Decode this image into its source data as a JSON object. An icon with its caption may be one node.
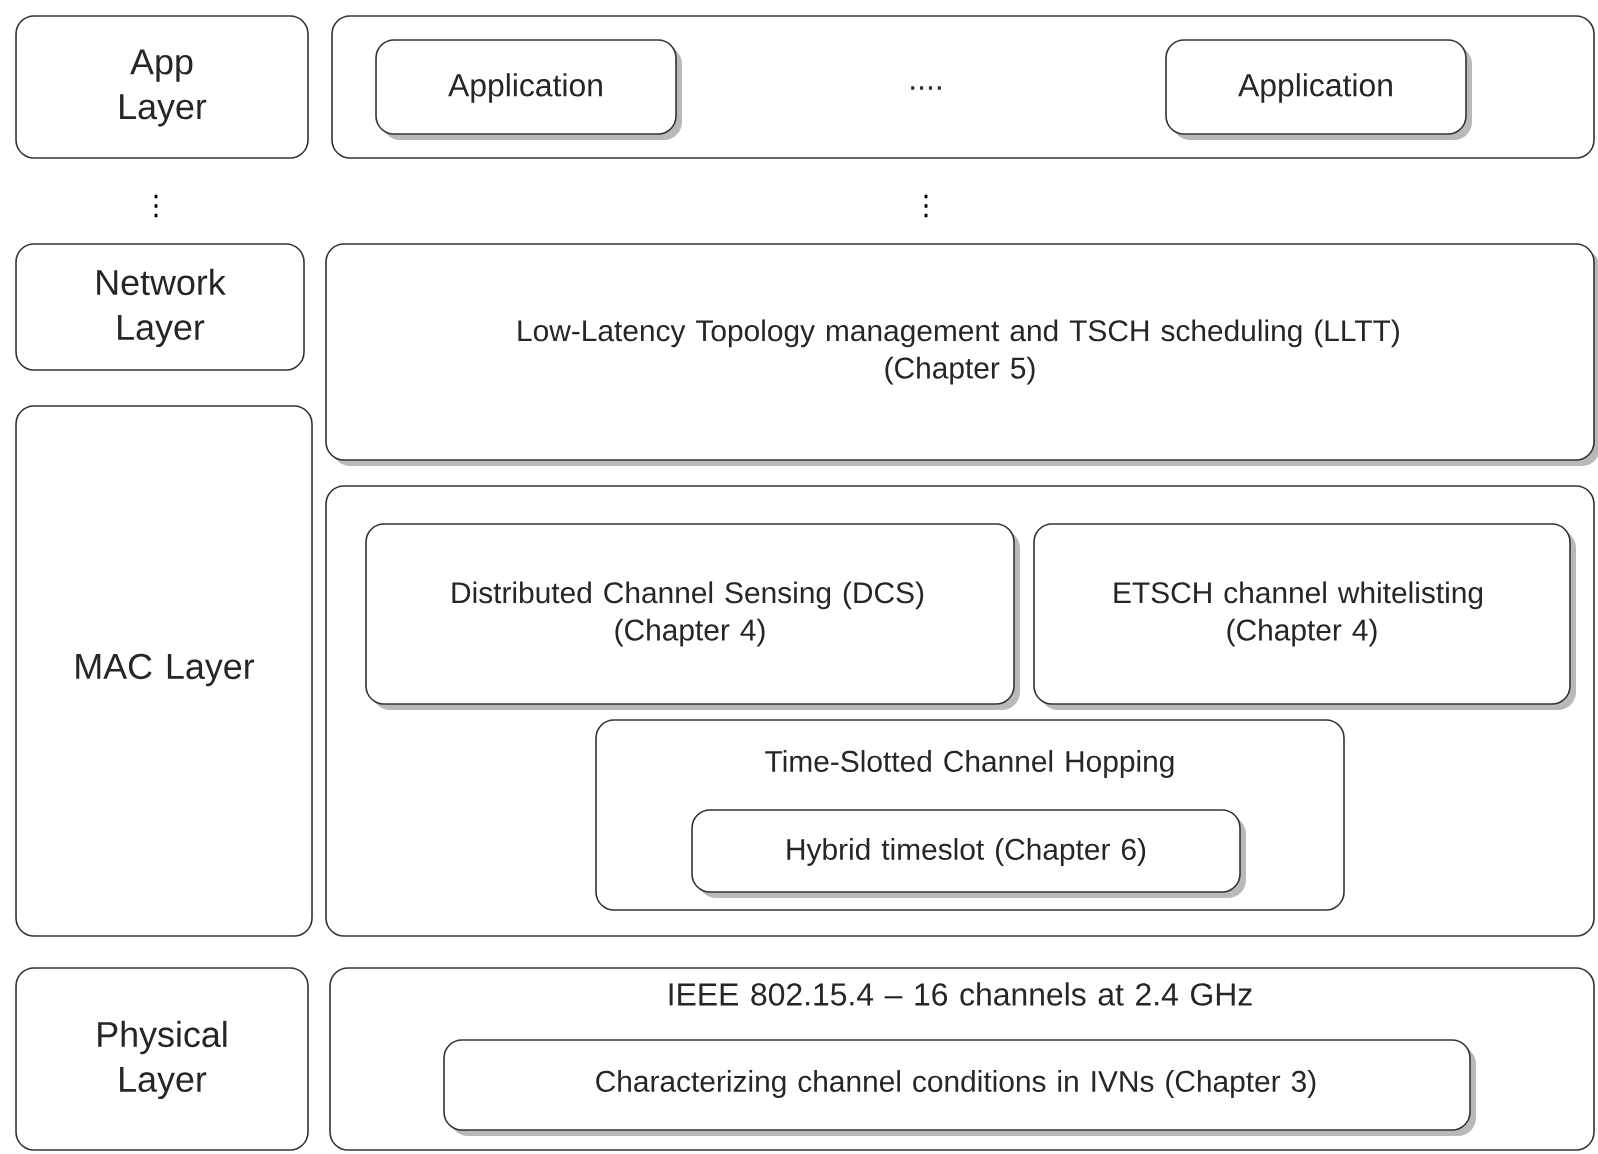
{
  "diagram": {
    "nodes": [
      {
        "text": [
          "App Layer"
        ]
      },
      {
        "text": [
          "...."
        ]
      },
      {
        "text": [
          "Application"
        ],
        "in": 1
      },
      {
        "text": [
          "Application"
        ],
        "in": 1
      },
      {
        "text": [
          "Network Layer"
        ]
      },
      {
        "text": [
          "Low-Latency Topology management and TSCH scheduling (LLTT) (Chapter 5)"
        ]
      },
      {
        "text": [
          "MAC Layer"
        ]
      },
      {
        "text": [],
        "shape": "box"
      },
      {
        "text": [
          "Distributed Channel Sensing (DCS) (Chapter 4)"
        ],
        "in": 7
      },
      {
        "text": [
          "ETSCH channel whitelisting (Chapter 4)"
        ],
        "in": 7
      },
      {
        "text": [
          "Time-Slotted Channel Hopping"
        ],
        "in": 7
      },
      {
        "text": [
          "Hybrid timeslot (Chapter 6)"
        ],
        "in": 10
      },
      {
        "text": [
          "Physical Layer"
        ]
      },
      {
        "text": [
          "IEEE 802.15.4 – 16 channels at 2.4 GHz"
        ]
      },
      {
        "text": [
          "Characterizing channel conditions in IVNs (Chapter 3)"
        ],
        "in": 13
      }
    ],
    "edges": [],
    "labels": [
      "⋮",
      "⋮"
    ]
  }
}
